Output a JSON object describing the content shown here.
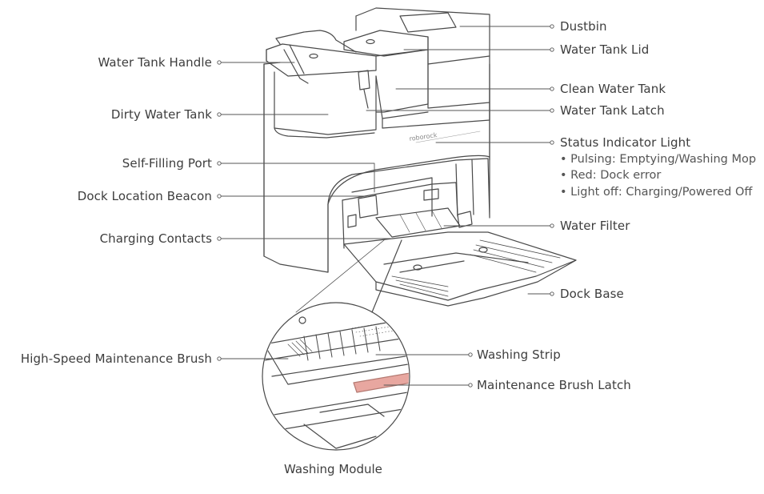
{
  "brand_mark": "roborock",
  "callouts_right": {
    "dustbin": "Dustbin",
    "water_tank_lid": "Water Tank Lid",
    "clean_water_tank": "Clean Water Tank",
    "water_tank_latch": "Water Tank Latch",
    "status_indicator_light": "Status Indicator Light",
    "water_filter": "Water Filter",
    "dock_base": "Dock Base"
  },
  "status_states": [
    "• Pulsing: Emptying/Washing Mop",
    "• Red: Dock error",
    "• Light off: Charging/Powered Off"
  ],
  "callouts_left": {
    "water_tank_handle": "Water Tank Handle",
    "dirty_water_tank": "Dirty Water Tank",
    "self_filling_port": "Self-Filling Port",
    "dock_location_beacon": "Dock Location Beacon",
    "charging_contacts": "Charging Contacts",
    "high_speed_brush": "High-Speed Maintenance Brush"
  },
  "inset": {
    "washing_strip": "Washing Strip",
    "maintenance_brush_latch": "Maintenance Brush Latch",
    "caption": "Washing Module",
    "latch_color": "#e8a7a0"
  },
  "colors": {
    "line": "#4a4a4a",
    "leader": "#555555"
  }
}
